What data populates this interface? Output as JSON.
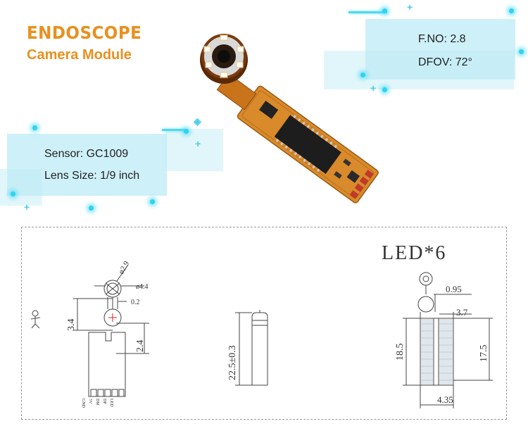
{
  "title": {
    "main": "ENDOSCOPE",
    "sub": "Camera Module"
  },
  "specs_right": {
    "fno": "F.NO: 2.8",
    "dfov": "DFOV: 72°"
  },
  "specs_left": {
    "sensor": "Sensor: GC1009",
    "lens": "Lens Size: 1/9 inch"
  },
  "drawing": {
    "led_label": "LED*6",
    "front": {
      "d_outer": "ø2.9",
      "d_ring": "ø4.4",
      "gap": "0.2",
      "h_top": "3.4",
      "h_mid": "2.4",
      "pins": [
        "GND",
        "5V",
        "DM",
        "DP",
        "LED"
      ]
    },
    "side": {
      "length": "22.5±0.3"
    },
    "detail": {
      "d1": "0.95",
      "d2": "3.7",
      "h1": "18.5",
      "h2": "17.5",
      "w": "4.35"
    }
  },
  "colors": {
    "accent": "#e8901f",
    "cyan": "#2fd3f0",
    "pcb": "#d98a2a"
  }
}
